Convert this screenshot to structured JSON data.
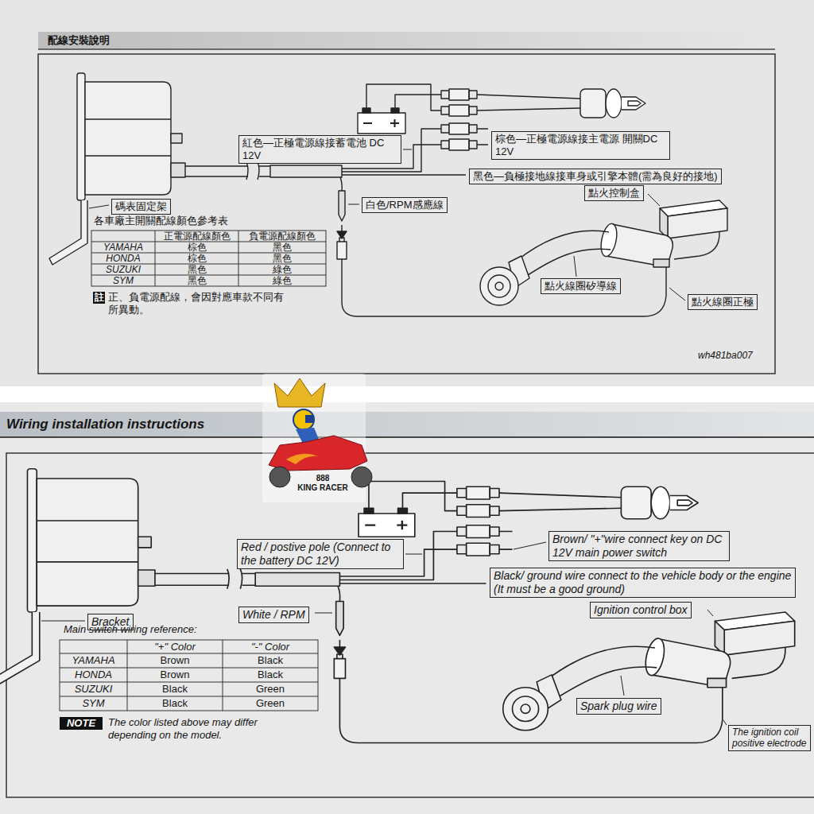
{
  "diagram": {
    "nodes": [
      {
        "text": [
          "配線安裝說明"
        ]
      },
      {
        "text": [
          "紅色—正極電源線接蓄電池 DC 12V"
        ]
      },
      {
        "text": [
          "棕色—正極電源線接主電源 開關DC 12V"
        ]
      },
      {
        "text": [
          "黑色—負極接地線接車身或引擎本體(需為良好的接地)"
        ]
      },
      {
        "text": [
          "碼表固定架"
        ]
      },
      {
        "text": [
          "點火控制盒"
        ]
      },
      {
        "text": [
          "白色/RPM感應線"
        ]
      },
      {
        "text": [
          "點火線圈矽導線"
        ]
      },
      {
        "text": [
          "點火線圈正極"
        ]
      },
      {
        "text": [
          "Wiring installation instructions"
        ]
      },
      {
        "text": [
          "Red / postive pole (Connect to the battery DC 12V)"
        ]
      },
      {
        "text": [
          "Brown/ \"+\"wire connect key on DC 12V main power switch"
        ]
      },
      {
        "text": [
          "Black/ ground wire connect to the vehicle body or the engine (It must be a good ground)"
        ]
      },
      {
        "text": [
          "Bracket"
        ]
      },
      {
        "text": [
          "Ignition control box"
        ]
      },
      {
        "text": [
          "White / RPM"
        ]
      },
      {
        "text": [
          "Spark plug wire"
        ]
      },
      {
        "text": [
          "The ignition coil positive electrode"
        ]
      }
    ],
    "labels": [
      "各車廠主開關配線顏色參考表",
      "正電源配線顏色",
      "負電源配線顏色",
      "YAMAHA",
      "棕色",
      "黑色",
      "HONDA",
      "棕色",
      "黑色",
      "SUZUKI",
      "黑色",
      "綠色",
      "SYM",
      "黑色",
      "綠色",
      "註",
      "正、負電源配線，會因對應車款不同有所異動。",
      "wh481ba007",
      "888",
      "KING RACER",
      "Main switch wiring reference:",
      "\"+\" Color",
      "\"-\" Color",
      "YAMAHA",
      "Brown",
      "Black",
      "HONDA",
      "Brown",
      "Black",
      "SUZUKI",
      "Black",
      "Green",
      "SYM",
      "Black",
      "Green",
      "NOTE",
      "The color listed above may differ depending on the model."
    ]
  }
}
